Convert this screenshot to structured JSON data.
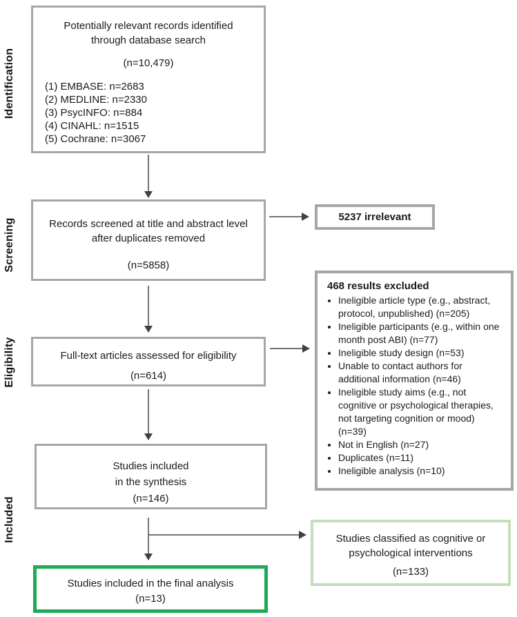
{
  "diagram": {
    "stages": {
      "identification": "Identification",
      "screening": "Screening",
      "eligibility": "Eligibility",
      "included": "Included"
    },
    "boxes": {
      "identification": {
        "title_line1": "Potentially relevant records identified",
        "title_line2": "through database search",
        "count": "(n=10,479)",
        "sources": [
          "(1) EMBASE: n=2683",
          "(2) MEDLINE: n=2330",
          "(3) PsycINFO: n=884",
          "(4) CINAHL: n=1515",
          "(5) Cochrane: n=3067"
        ]
      },
      "screening": {
        "title_line1": "Records screened at title and abstract level",
        "title_line2": "after duplicates removed",
        "count": "(n=5858)"
      },
      "irrelevant": {
        "label": "5237 irrelevant"
      },
      "eligibility": {
        "title": "Full-text articles assessed for eligibility",
        "count": "(n=614)"
      },
      "excluded": {
        "title": "468 results excluded",
        "items": [
          "Ineligible article type (e.g., abstract, protocol, unpublished) (n=205)",
          "Ineligible participants (e.g., within one month post ABI) (n=77)",
          "Ineligible study design (n=53)",
          "Unable to contact authors for additional information (n=46)",
          "Ineligible study aims (e.g., not cognitive or psychological therapies, not targeting cognition or mood) (n=39)",
          "Not in English (n=27)",
          "Duplicates (n=11)",
          "Ineligible analysis (n=10)"
        ]
      },
      "synthesis": {
        "title_line1": "Studies included",
        "title_line2": "in the synthesis",
        "count": "(n=146)"
      },
      "classified": {
        "title_line1": "Studies classified as cognitive or",
        "title_line2": "psychological interventions",
        "count": "(n=133)"
      },
      "final": {
        "title": "Studies included in the final analysis",
        "count": "(n=13)"
      }
    },
    "colors": {
      "box_border_gray": "#a6a6a6",
      "final_box_border_green": "#1faa55",
      "classified_box_border_light_green": "#c3deba",
      "arrow_line": "#737373",
      "arrow_head": "#404040",
      "text": "#1a1a1a",
      "background": "#ffffff"
    }
  }
}
